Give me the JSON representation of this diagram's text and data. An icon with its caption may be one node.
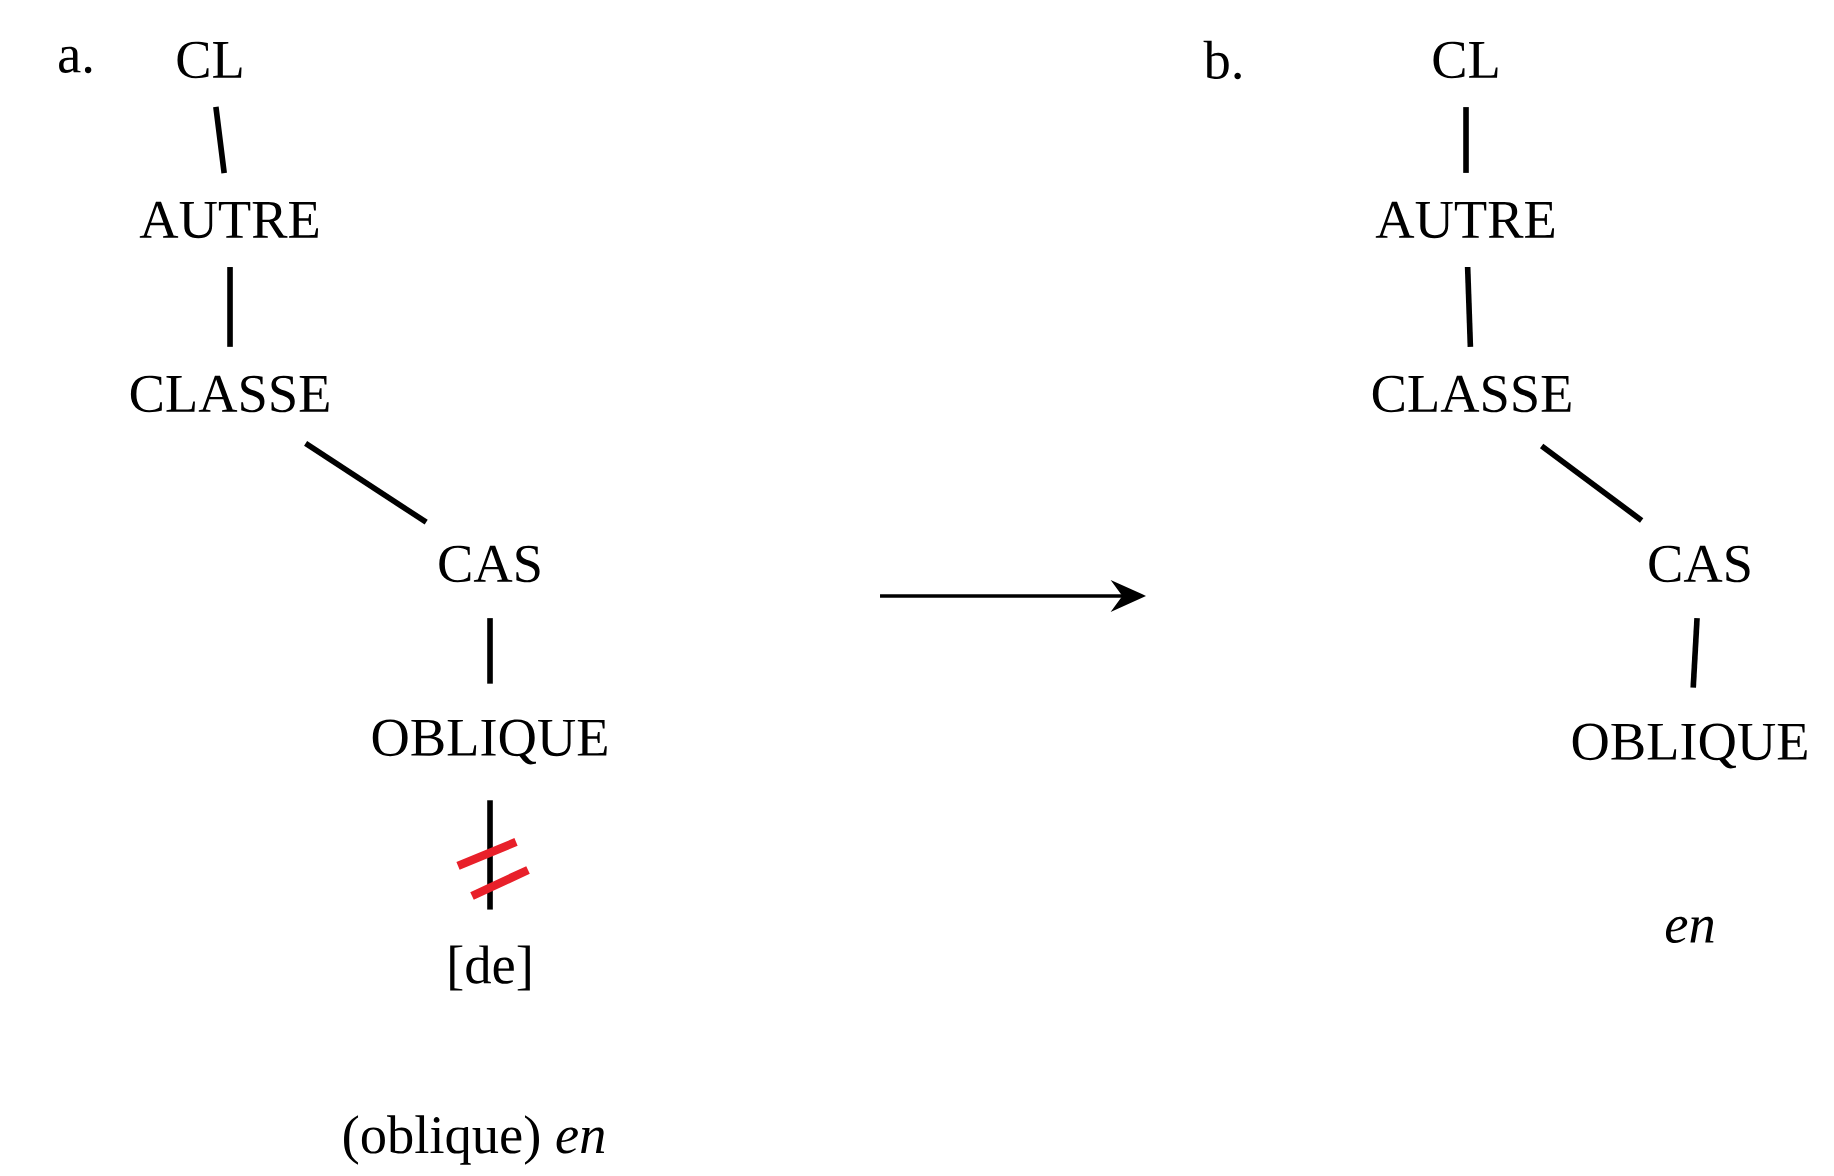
{
  "diagram": {
    "nodes": [
      {
        "text": [
          "CL"
        ]
      },
      {
        "text": [
          "AUTRE"
        ]
      },
      {
        "text": [
          "CLASSE"
        ]
      },
      {
        "text": [
          "CAS"
        ]
      },
      {
        "text": [
          "OBLIQUE"
        ]
      },
      {
        "text": [
          "[de]"
        ]
      },
      {
        "text": [
          "CL"
        ]
      },
      {
        "text": [
          "AUTRE"
        ]
      },
      {
        "text": [
          "CLASSE"
        ]
      },
      {
        "text": [
          "CAS"
        ]
      },
      {
        "text": [
          "OBLIQUE"
        ]
      }
    ],
    "edges": [
      {
        "from": 0,
        "to": 1,
        "arrow": "none"
      },
      {
        "from": 1,
        "to": 2,
        "arrow": "none"
      },
      {
        "from": 2,
        "to": 3,
        "arrow": "none"
      },
      {
        "from": 3,
        "to": 4,
        "arrow": "none"
      },
      {
        "from": 4,
        "to": 5,
        "arrow": "none"
      },
      {
        "from": 6,
        "to": 7,
        "arrow": "none"
      },
      {
        "from": 7,
        "to": 8,
        "arrow": "none"
      },
      {
        "from": 8,
        "to": 9,
        "arrow": "none"
      },
      {
        "from": 9,
        "to": 10,
        "arrow": "none"
      }
    ],
    "labels": [
      "a.",
      "b.",
      "(oblique) *en*",
      "*en*"
    ]
  }
}
